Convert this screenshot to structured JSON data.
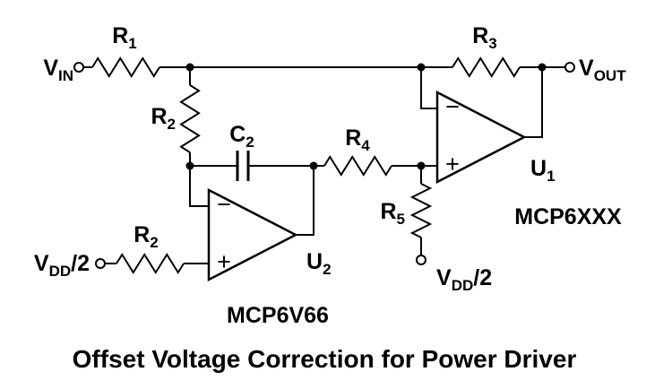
{
  "diagram": {
    "caption": "Offset Voltage Correction for Power Driver",
    "components": {
      "vin": {
        "name": "V",
        "sub": "IN"
      },
      "vout": {
        "name": "V",
        "sub": "OUT"
      },
      "r1": {
        "name": "R",
        "sub": "1"
      },
      "r2_feedback": {
        "name": "R",
        "sub": "2"
      },
      "r2_input": {
        "name": "R",
        "sub": "2"
      },
      "r3": {
        "name": "R",
        "sub": "3"
      },
      "r4": {
        "name": "R",
        "sub": "4"
      },
      "r5": {
        "name": "R",
        "sub": "5"
      },
      "c2": {
        "name": "C",
        "sub": "2"
      },
      "u1": {
        "name": "U",
        "sub": "1",
        "part": "MCP6XXX"
      },
      "u2": {
        "name": "U",
        "sub": "2",
        "part": "MCP6V66"
      },
      "vdd_left": {
        "name": "V",
        "sub": "DD",
        "suffix": "/2"
      },
      "vdd_right": {
        "name": "V",
        "sub": "DD",
        "suffix": "/2"
      }
    },
    "opamp_inputs": {
      "inverting": "−",
      "noninverting": "+"
    },
    "colors": {
      "line": "#000000",
      "background": "#ffffff",
      "text": "#000000"
    }
  }
}
